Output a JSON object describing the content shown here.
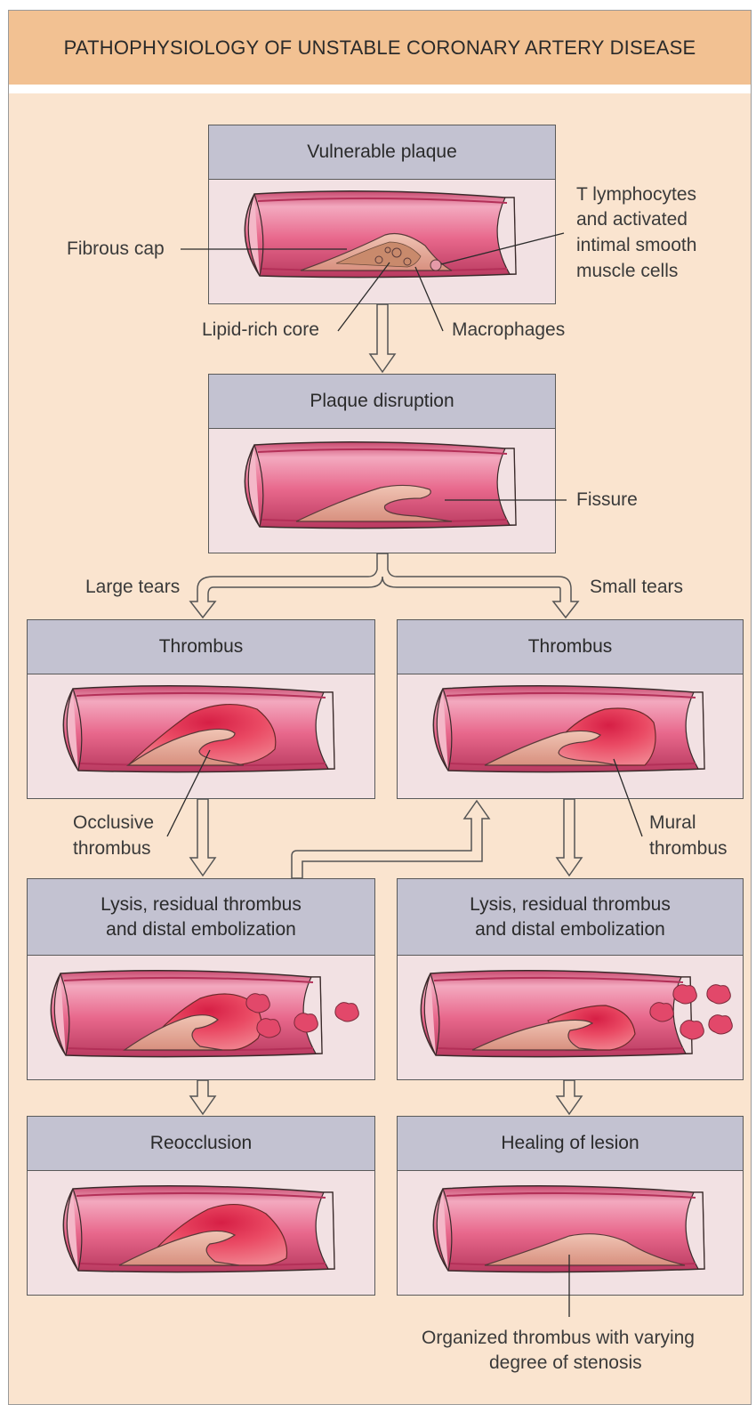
{
  "title": "PATHOPHYSIOLOGY OF UNSTABLE CORONARY ARTERY DISEASE",
  "boxes": {
    "vulnerable_plaque": "Vulnerable plaque",
    "plaque_disruption": "Plaque disruption",
    "thrombus_left": "Thrombus",
    "thrombus_right": "Thrombus",
    "lysis_left_line1": "Lysis, residual thrombus",
    "lysis_left_line2": "and distal embolization",
    "lysis_right_line1": "Lysis, residual thrombus",
    "lysis_right_line2": "and distal embolization",
    "reocclusion": "Reocclusion",
    "healing": "Healing of lesion"
  },
  "labels": {
    "fibrous_cap": "Fibrous cap",
    "t_lymph_1": "T lymphocytes",
    "t_lymph_2": "and activated",
    "t_lymph_3": "intimal smooth",
    "t_lymph_4": "muscle cells",
    "lipid_core": "Lipid-rich core",
    "macrophages": "Macrophages",
    "fissure": "Fissure",
    "large_tears": "Large tears",
    "small_tears": "Small tears",
    "occlusive_1": "Occlusive",
    "occlusive_2": "thrombus",
    "mural_1": "Mural",
    "mural_2": "thrombus",
    "organized_1": "Organized thrombus with varying",
    "organized_2": "degree of stenosis"
  },
  "colors": {
    "background": "#fae4cf",
    "title_bar": "#f2c192",
    "box_header": "#c3c2d1",
    "box_body": "#f2e1e3",
    "vessel": "#e2688c",
    "plaque": "#e8aa98",
    "thrombus": "#e23a58"
  }
}
